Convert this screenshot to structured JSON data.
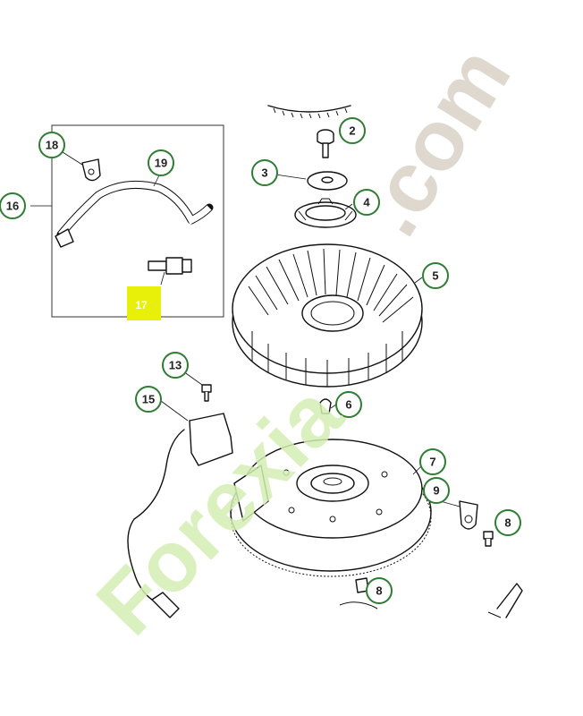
{
  "callouts": {
    "c2": "2",
    "c3": "3",
    "c4": "4",
    "c5": "5",
    "c6": "6",
    "c7": "7",
    "c8a": "8",
    "c8b": "8",
    "c9": "9",
    "c13": "13",
    "c15": "15",
    "c16": "16",
    "c18": "18",
    "c19": "19"
  },
  "highlighted_callout": "17",
  "colors": {
    "callout_ring": "#2e7d32",
    "highlight_fill": "#e8f00a",
    "watermark_green": "#d4efb4",
    "watermark_grey": "#d9d2c7"
  },
  "watermark": {
    "green_text": "Forexia",
    "grey_text": ".com"
  }
}
